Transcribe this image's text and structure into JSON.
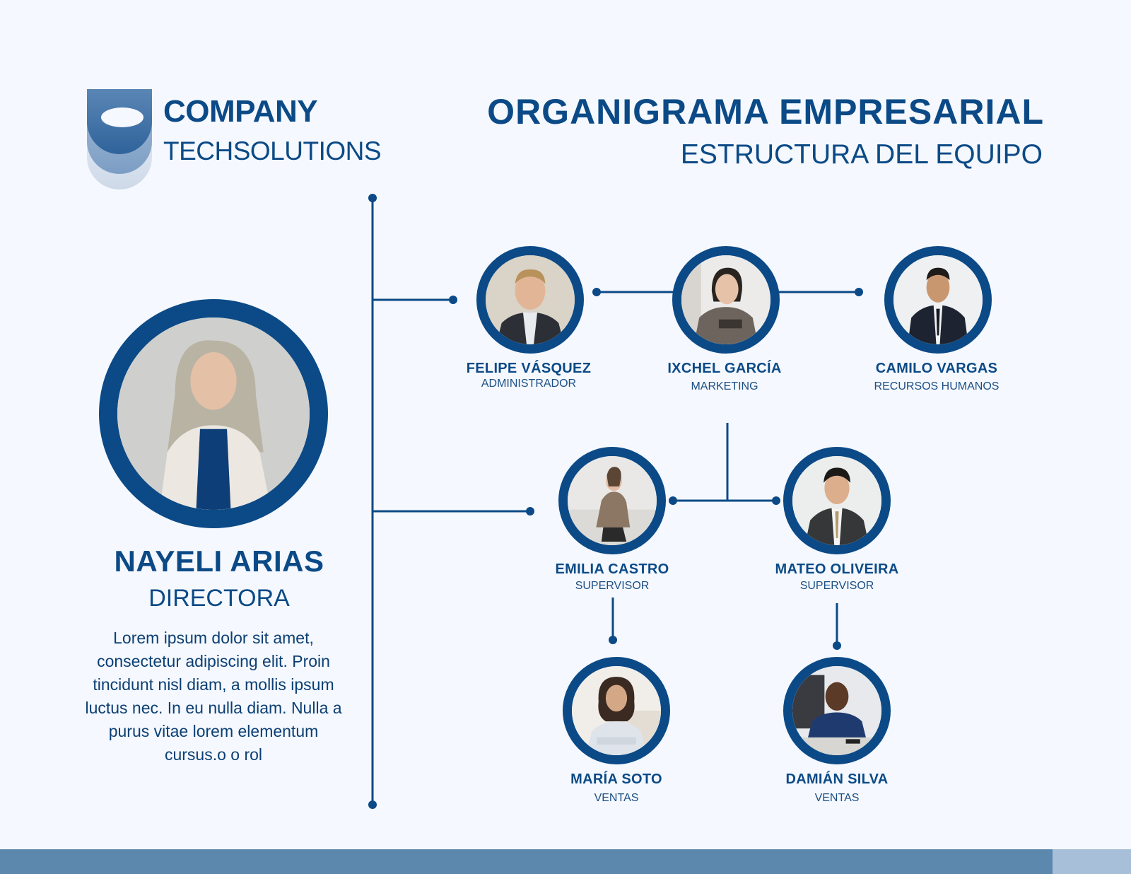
{
  "brand": {
    "name": "COMPANY",
    "sub": "TECHSOLUTIONS"
  },
  "header": {
    "title": "ORGANIGRAMA EMPRESARIAL",
    "subtitle": "ESTRUCTURA DEL EQUIPO"
  },
  "leader": {
    "name": "NAYELI ARIAS",
    "role": "DIRECTORA",
    "bio": "Lorem ipsum dolor sit amet, consectetur adipiscing elit. Proin tincidunt nisl diam, a mollis ipsum luctus nec. In eu nulla diam. Nulla a purus vitae lorem elementum cursus.o o rol"
  },
  "members": [
    {
      "name": "FELIPE VÁSQUEZ",
      "role": "ADMINISTRADOR"
    },
    {
      "name": "IXCHEL GARCÍA",
      "role": "MARKETING"
    },
    {
      "name": "CAMILO VARGAS",
      "role": "RECURSOS HUMANOS"
    },
    {
      "name": "EMILIA CASTRO",
      "role": "SUPERVISOR"
    },
    {
      "name": "MATEO OLIVEIRA",
      "role": "SUPERVISOR"
    },
    {
      "name": "MARÍA SOTO",
      "role": "VENTAS"
    },
    {
      "name": "DAMIÁN SILVA",
      "role": "VENTAS"
    }
  ],
  "colors": {
    "primary": "#0b4a86",
    "background": "#f5f8fe",
    "footer": "#5d88ae",
    "footer_accent": "#a7bfd8"
  }
}
